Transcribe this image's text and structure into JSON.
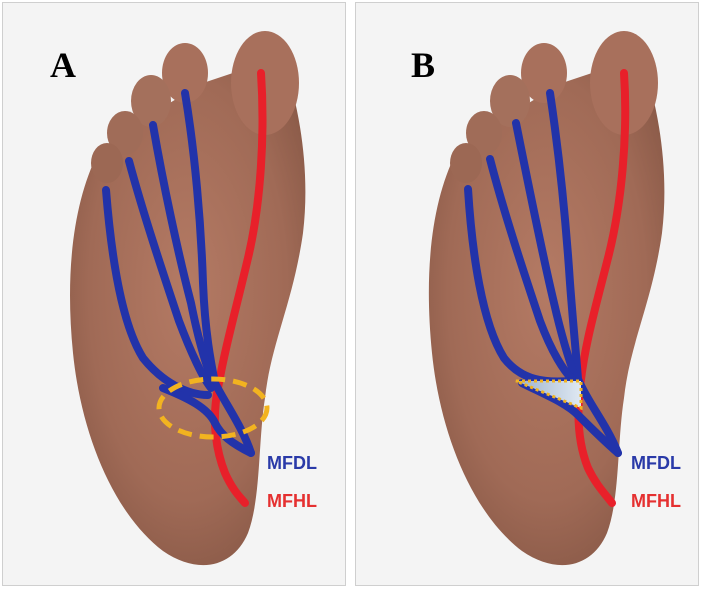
{
  "panels": [
    {
      "letter": "A",
      "labels": {
        "fdl": "MFDL",
        "fhl": "MFHL"
      }
    },
    {
      "letter": "B",
      "labels": {
        "fdl": "MFDL",
        "fhl": "MFHL"
      }
    }
  ],
  "colors": {
    "fdl": "#2233aa",
    "fhl": "#e8202a",
    "fdl_label": "#2a3aa8",
    "fhl_label": "#e53030",
    "highlight": "#f2b320",
    "skin": "#a9725e"
  },
  "icons": {
    "panel_a_marker": "dashed-ellipse",
    "panel_b_marker": "dotted-triangle"
  }
}
